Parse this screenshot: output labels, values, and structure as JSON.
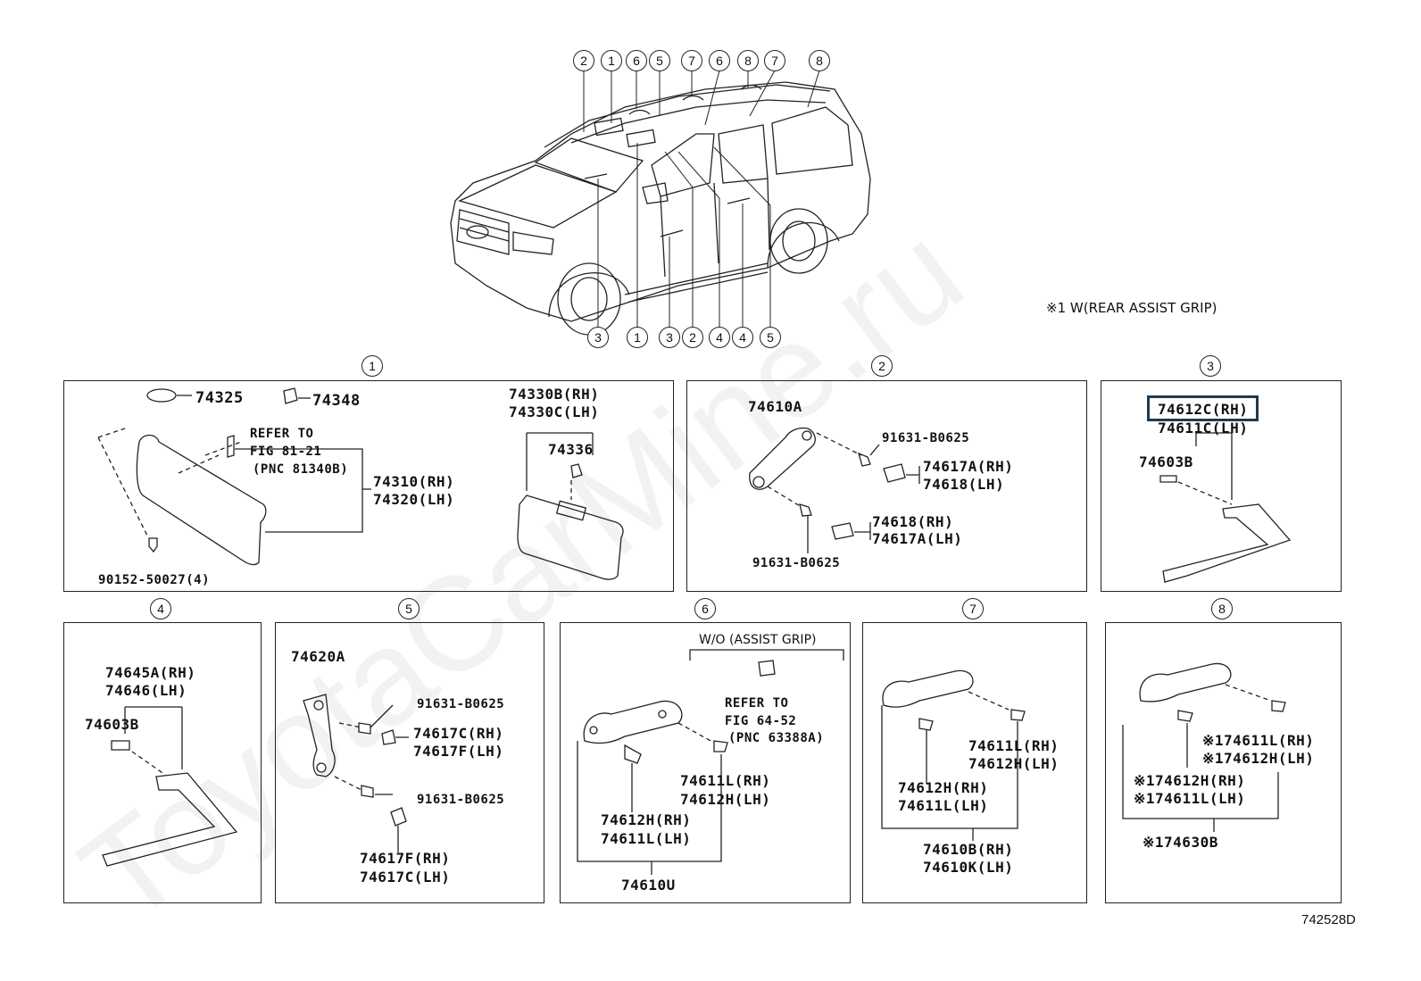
{
  "watermark": "ToyotaCarMine.ru",
  "figure_id": "742528D",
  "rear_note": "※1 W(REAR ASSIST GRIP)",
  "car_callouts_top": [
    "2",
    "1",
    "6",
    "5",
    "7",
    "6",
    "8",
    "7",
    "8"
  ],
  "car_callouts_bottom": [
    "3",
    "1",
    "3",
    "2",
    "4",
    "4",
    "5"
  ],
  "panels": {
    "p1": {
      "number": "1",
      "parts": {
        "a": "74325",
        "b": "74348",
        "refer1": "REFER TO",
        "refer2": "FIG 81-21",
        "refer3": "(PNC 81340B)",
        "c_rh": "74310(RH)",
        "c_lh": "74320(LH)",
        "d": "90152-50027(4)",
        "e_rh": "74330B(RH)",
        "e_lh": "74330C(LH)",
        "f": "74336"
      }
    },
    "p2": {
      "number": "2",
      "parts": {
        "a": "74610A",
        "b1": "91631-B0625",
        "c_rh": "74617A(RH)",
        "c_lh": "74618(LH)",
        "d_rh": "74618(RH)",
        "d_lh": "74617A(LH)",
        "b2": "91631-B0625"
      }
    },
    "p3": {
      "number": "3",
      "parts": {
        "a_rh": "74612C(RH)",
        "a_lh": "74611C(LH)",
        "b": "74603B"
      }
    },
    "p4": {
      "number": "4",
      "parts": {
        "a_rh": "74645A(RH)",
        "a_lh": "74646(LH)",
        "b": "74603B"
      }
    },
    "p5": {
      "number": "5",
      "parts": {
        "a": "74620A",
        "b1": "91631-B0625",
        "c_rh": "74617C(RH)",
        "c_lh": "74617F(LH)",
        "b2": "91631-B0625",
        "d_rh": "74617F(RH)",
        "d_lh": "74617C(LH)"
      }
    },
    "p6": {
      "number": "6",
      "parts": {
        "wo": "W/O (ASSIST GRIP)",
        "refer1": "REFER TO",
        "refer2": "FIG 64-52",
        "refer3": "(PNC 63388A)",
        "a_rh": "74611L(RH)",
        "a_lh": "74612H(LH)",
        "b_rh": "74612H(RH)",
        "b_lh": "74611L(LH)",
        "c": "74610U"
      }
    },
    "p7": {
      "number": "7",
      "parts": {
        "a_rh": "74611L(RH)",
        "a_lh": "74612H(LH)",
        "b_rh": "74612H(RH)",
        "b_lh": "74611L(LH)",
        "c_rh": "74610B(RH)",
        "c_lh": "74610K(LH)"
      }
    },
    "p8": {
      "number": "8",
      "parts": {
        "a_rh": "※174611L(RH)",
        "a_lh": "※174612H(LH)",
        "b_rh": "※174612H(RH)",
        "b_lh": "※174611L(LH)",
        "c": "※174630B"
      }
    }
  }
}
